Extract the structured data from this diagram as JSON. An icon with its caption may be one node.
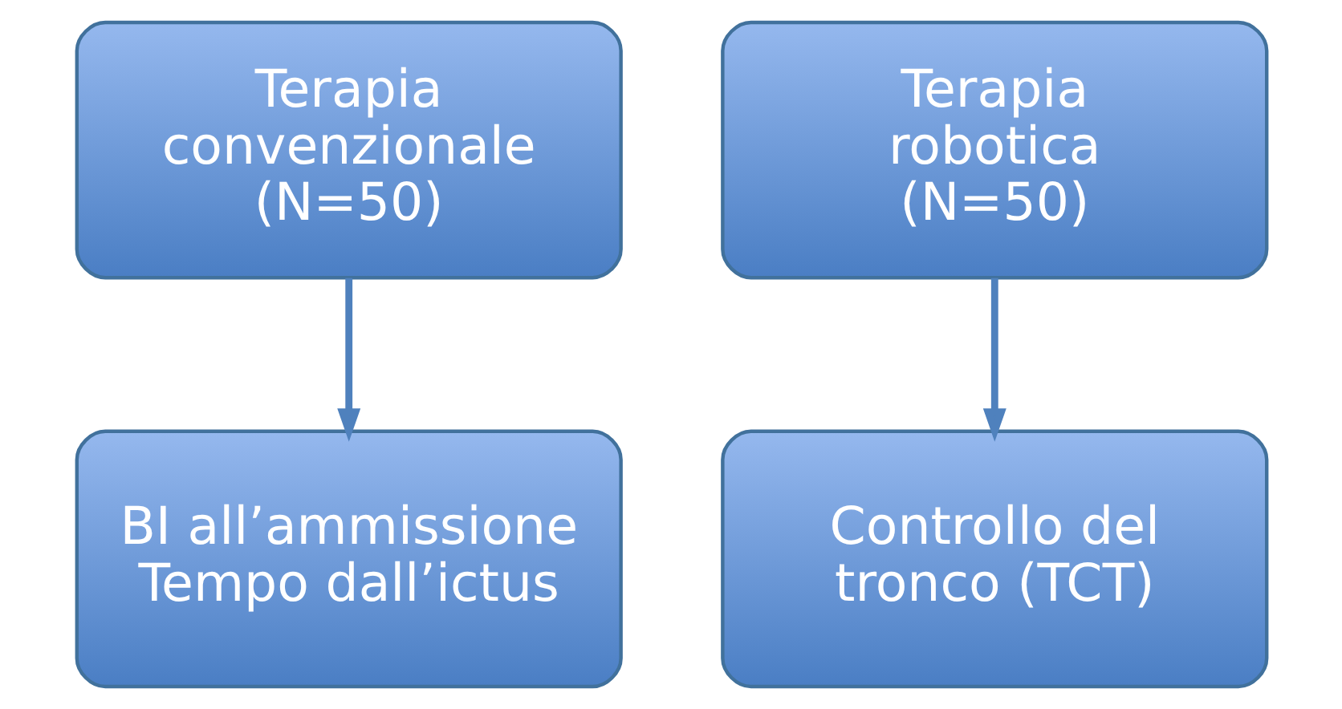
{
  "diagram": {
    "nodes": [
      {
        "text": [
          "Terapia convenzionale (N=50)"
        ]
      },
      {
        "text": [
          "Terapia robotica (N=50)"
        ]
      },
      {
        "text": [
          "BI all’ammissione",
          "Tempo dall’ictus"
        ]
      },
      {
        "text": [
          "Controllo del tronco (TCT)"
        ]
      }
    ],
    "edges": [
      {
        "from": 0,
        "to": 2,
        "arrow": "to"
      },
      {
        "from": 1,
        "to": 3,
        "arrow": "to"
      }
    ]
  }
}
